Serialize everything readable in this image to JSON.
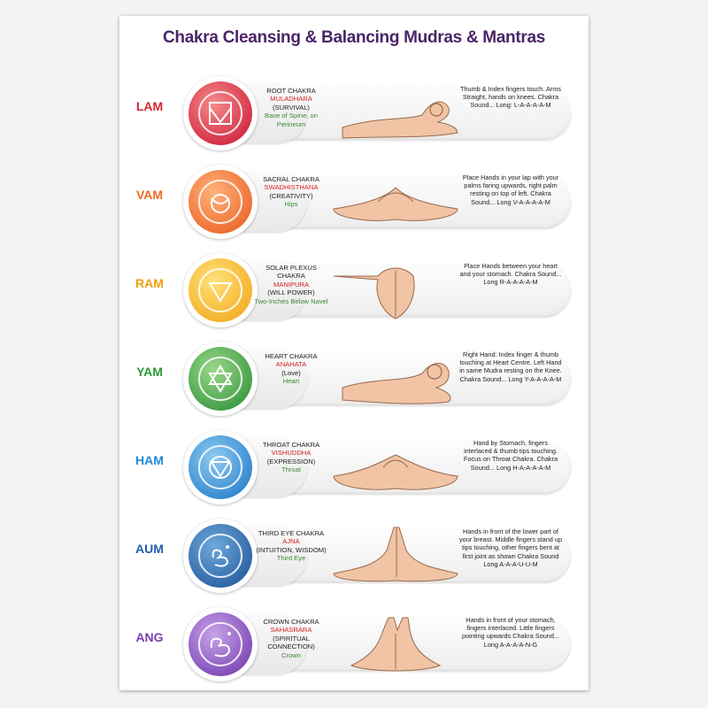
{
  "title": "Chakra Cleansing & Balancing Mudras & Mantras",
  "chakras": [
    {
      "mantra": "LAM",
      "color": "#d6252e",
      "name": "ROOT CHAKRA",
      "sanskrit": "MULADHARA",
      "quality": "(SURVIVAL)",
      "location": "Base of Spine, on Perineum",
      "description": "Thumb & Index fingers touch. Arms Straight, hands on knees. Chakra Sound... Long: L-A-A-A-A-M",
      "symbol": "root-chakra-icon"
    },
    {
      "mantra": "VAM",
      "color": "#ee6a1d",
      "name": "SACRAL CHAKRA",
      "sanskrit": "SWADHISTHANA",
      "quality": "(CREATIVITY)",
      "location": "Hips",
      "description": "Place Hands in your lap with your palms faring upwards, right palm resting on top of left. Chakra Sound... Long V-A-A-A-A-M",
      "symbol": "sacral-chakra-icon"
    },
    {
      "mantra": "RAM",
      "color": "#f0a010",
      "name": "SOLAR PLEXUS CHAKRA",
      "sanskrit": "MANIPURA",
      "quality": "(WILL POWER)",
      "location": "Two-Inches Below Navel",
      "description": "Place Hands between your heart and your stomach. Chakra Sound... Long R-A-A-A-A-M",
      "symbol": "solar-plexus-chakra-icon"
    },
    {
      "mantra": "YAM",
      "color": "#2e9a3a",
      "name": "HEART CHAKRA",
      "sanskrit": "ANAHATA",
      "quality": "(Love)",
      "location": "Heart",
      "description": "Right Hand: Index finger & thumb touching at Heart Centre. Left Hand in same Mudra resting on the Knee. Chakra Sound... Long Y-A-A-A-A-M",
      "symbol": "heart-chakra-icon"
    },
    {
      "mantra": "HAM",
      "color": "#1f8ad6",
      "name": "THROAT CHAKRA",
      "sanskrit": "VISHUDDHA",
      "quality": "(EXPRESSION)",
      "location": "Throat",
      "description": "Hand by Stomach, fingers interlaced & thumb tips touching. Focus on Throat Chakra. Chakra Sound... Long H-A-A-A-A-M",
      "symbol": "throat-chakra-icon"
    },
    {
      "mantra": "AUM",
      "color": "#1e5fa8",
      "name": "THIRD EYE CHAKRA",
      "sanskrit": "AJNA",
      "quality": "(INTUITION, WISDOM)",
      "location": "Third Eye",
      "description": "Hands in front of the lower part of your breast. Middle fingers stand up tips touching, other fingers bent at first joint as shown Chakra Sound Long A-A-A-U-U-M",
      "symbol": "om-third-eye-icon"
    },
    {
      "mantra": "ANG",
      "color": "#7a3db0",
      "name": "CROWN CHAKRA",
      "sanskrit": "SAHASRARA",
      "quality": "(SPIRITUAL CONNECTION)",
      "location": "Crown",
      "description": "Hands in front of your stomach, fingers interlaced. Little fingers pointing upwards Chakra Sound... Long A-A-A-A-N-G",
      "symbol": "om-crown-icon"
    }
  ]
}
